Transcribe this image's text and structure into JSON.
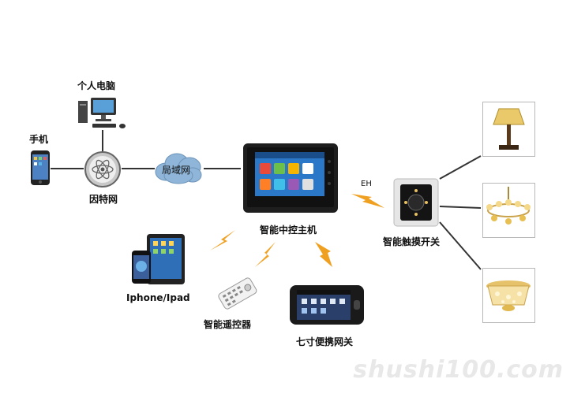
{
  "nodes": {
    "pc": "个人电脑",
    "phone": "手机",
    "internet": "因特网",
    "lan": "局域网",
    "host": "智能中控主机",
    "switch": "智能触摸开关",
    "iphone": "Iphone/Ipad",
    "remote": "智能遥控器",
    "gateway": "七寸便携网关",
    "eh": "EH"
  },
  "watermark": "shushi100.com",
  "colors": {
    "line": "#333333",
    "bolt": "#f0a020",
    "cloud": "#8fb6d8",
    "frame": "#b8b8b8"
  }
}
